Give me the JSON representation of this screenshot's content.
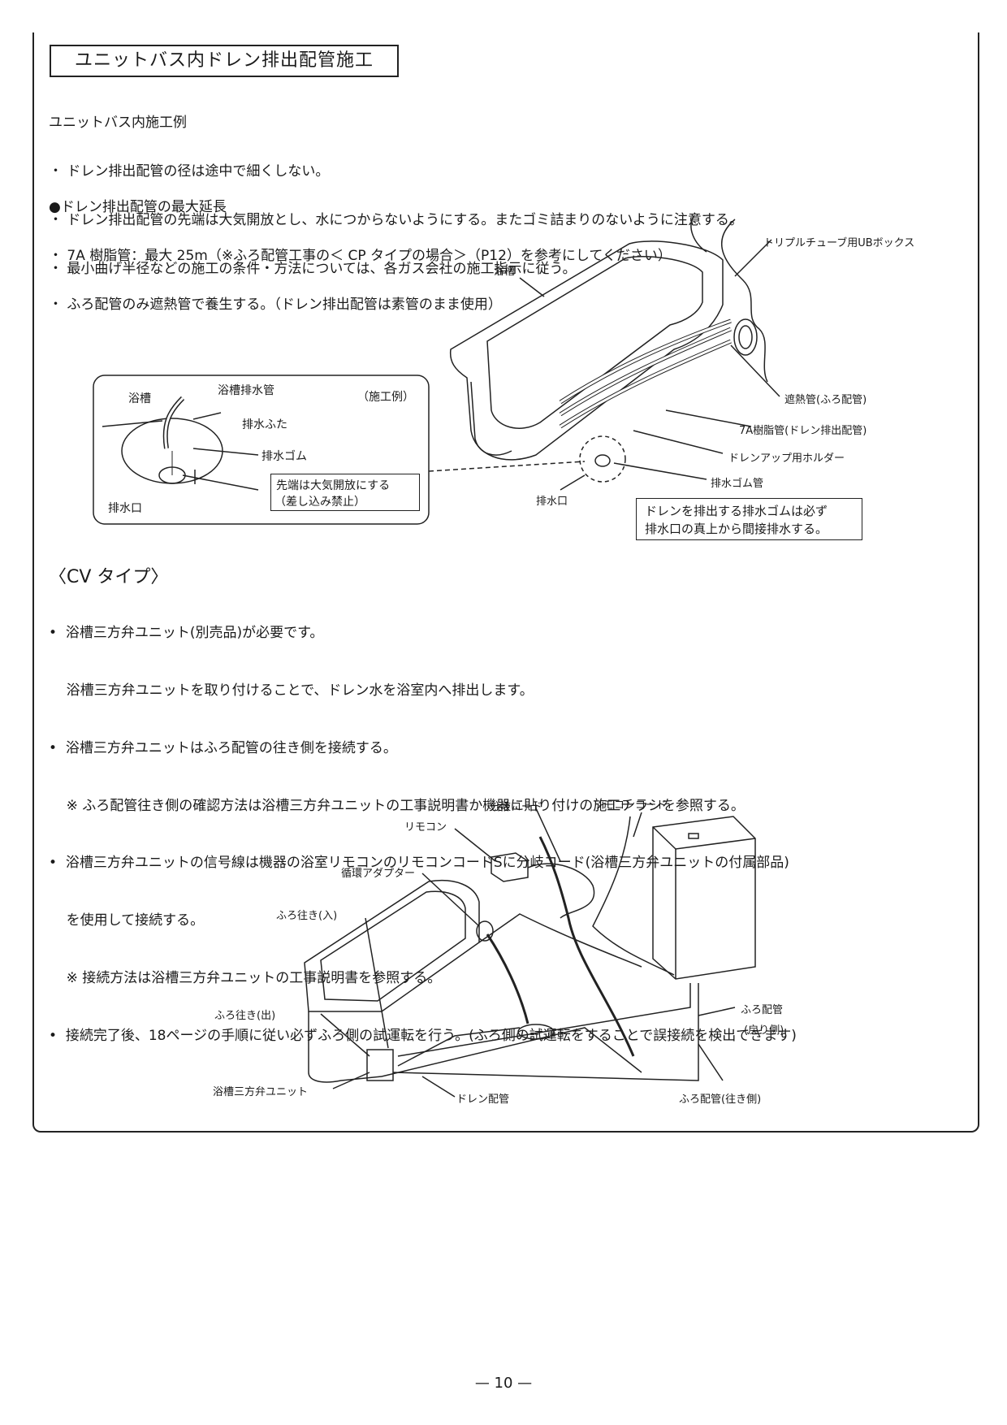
{
  "section_title": "ユニットバス内ドレン排出配管施工",
  "intro": {
    "heading": "ユニットバス内施工例",
    "bullets": [
      "・ ドレン排出配管の径は途中で細くしない。",
      "・ ドレン排出配管の先端は大気開放とし、水につからないようにする。またゴミ詰まりのないように注意する。",
      "・ 最小曲げ半径などの施工の条件・方法については、各ガス会社の施工指示に従う。"
    ]
  },
  "max_length": {
    "heading": "●ドレン排出配管の最大延長",
    "bullets": [
      "・ 7A 樹脂管：最大 25m（※ふろ配管工事の＜ CP タイプの場合＞（P12）を参考にしてください）",
      "・ ふろ配管のみ遮熱管で養生する。（ドレン排出配管は素管のまま使用）"
    ]
  },
  "figure1": {
    "inset": {
      "title": "（施工例）",
      "label_bathtub": "浴槽",
      "label_drain_pipe": "浴槽排水管",
      "label_drain_cover": "排水ふた",
      "label_drain_rubber": "排水ゴム",
      "label_drain_outlet": "排水口",
      "note_line1": "先端は大気開放にする",
      "note_line2": "（差し込み禁止）"
    },
    "label_bathtub": "浴槽",
    "label_ub_box": "トリプルチューブ用UBボックス",
    "label_insulated_pipe": "遮熱管(ふろ配管)",
    "label_resin_pipe": "7A樹脂管(ドレン排出配管)",
    "label_holder": "ドレンアップ用ホルダー",
    "label_rubber_pipe": "排水ゴム管",
    "label_outlet": "排水口",
    "callout_line1": "ドレンを排出する排水ゴムは必ず",
    "callout_line2": "排水口の真上から間接排水する。"
  },
  "cv_type": {
    "heading": "〈CV タイプ〉",
    "lines": [
      "•  浴槽三方弁ユニット(別売品)が必要です。",
      "    浴槽三方弁ユニットを取り付けることで、ドレン水を浴室内へ排出します。",
      "•  浴槽三方弁ユニットはふろ配管の往き側を接続する。",
      "    ※ ふろ配管往き側の確認方法は浴槽三方弁ユニットの工事説明書か機器に貼り付けの施工チラシを参照する。",
      "•  浴槽三方弁ユニットの信号線は機器の浴室リモコンのリモコンコードSに分岐コード(浴槽三方弁ユニットの付属部品)",
      "    を使用して接続する。",
      "    ※ 接続方法は浴槽三方弁ユニットの工事説明書を参照する。",
      "•  接続完了後、18ページの手順に従い必ずふろ側の試運転を行う。(ふろ側の試運転をすることで誤接続を検出できます)"
    ]
  },
  "figure2": {
    "label_branch_cord": "分岐コード",
    "label_remote_cord": "リモコンコード",
    "label_remote": "リモコン",
    "label_adapter": "循環アダプター",
    "label_in": "ふろ往き(入)",
    "label_out": "ふろ往き(出)",
    "label_return1": "ふろ配管",
    "label_return2": "(戻り側)",
    "label_valve_unit": "浴槽三方弁ユニット",
    "label_drain_pipe": "ドレン配管",
    "label_supply": "ふろ配管(往き側)"
  },
  "page_number": "— 10 —"
}
